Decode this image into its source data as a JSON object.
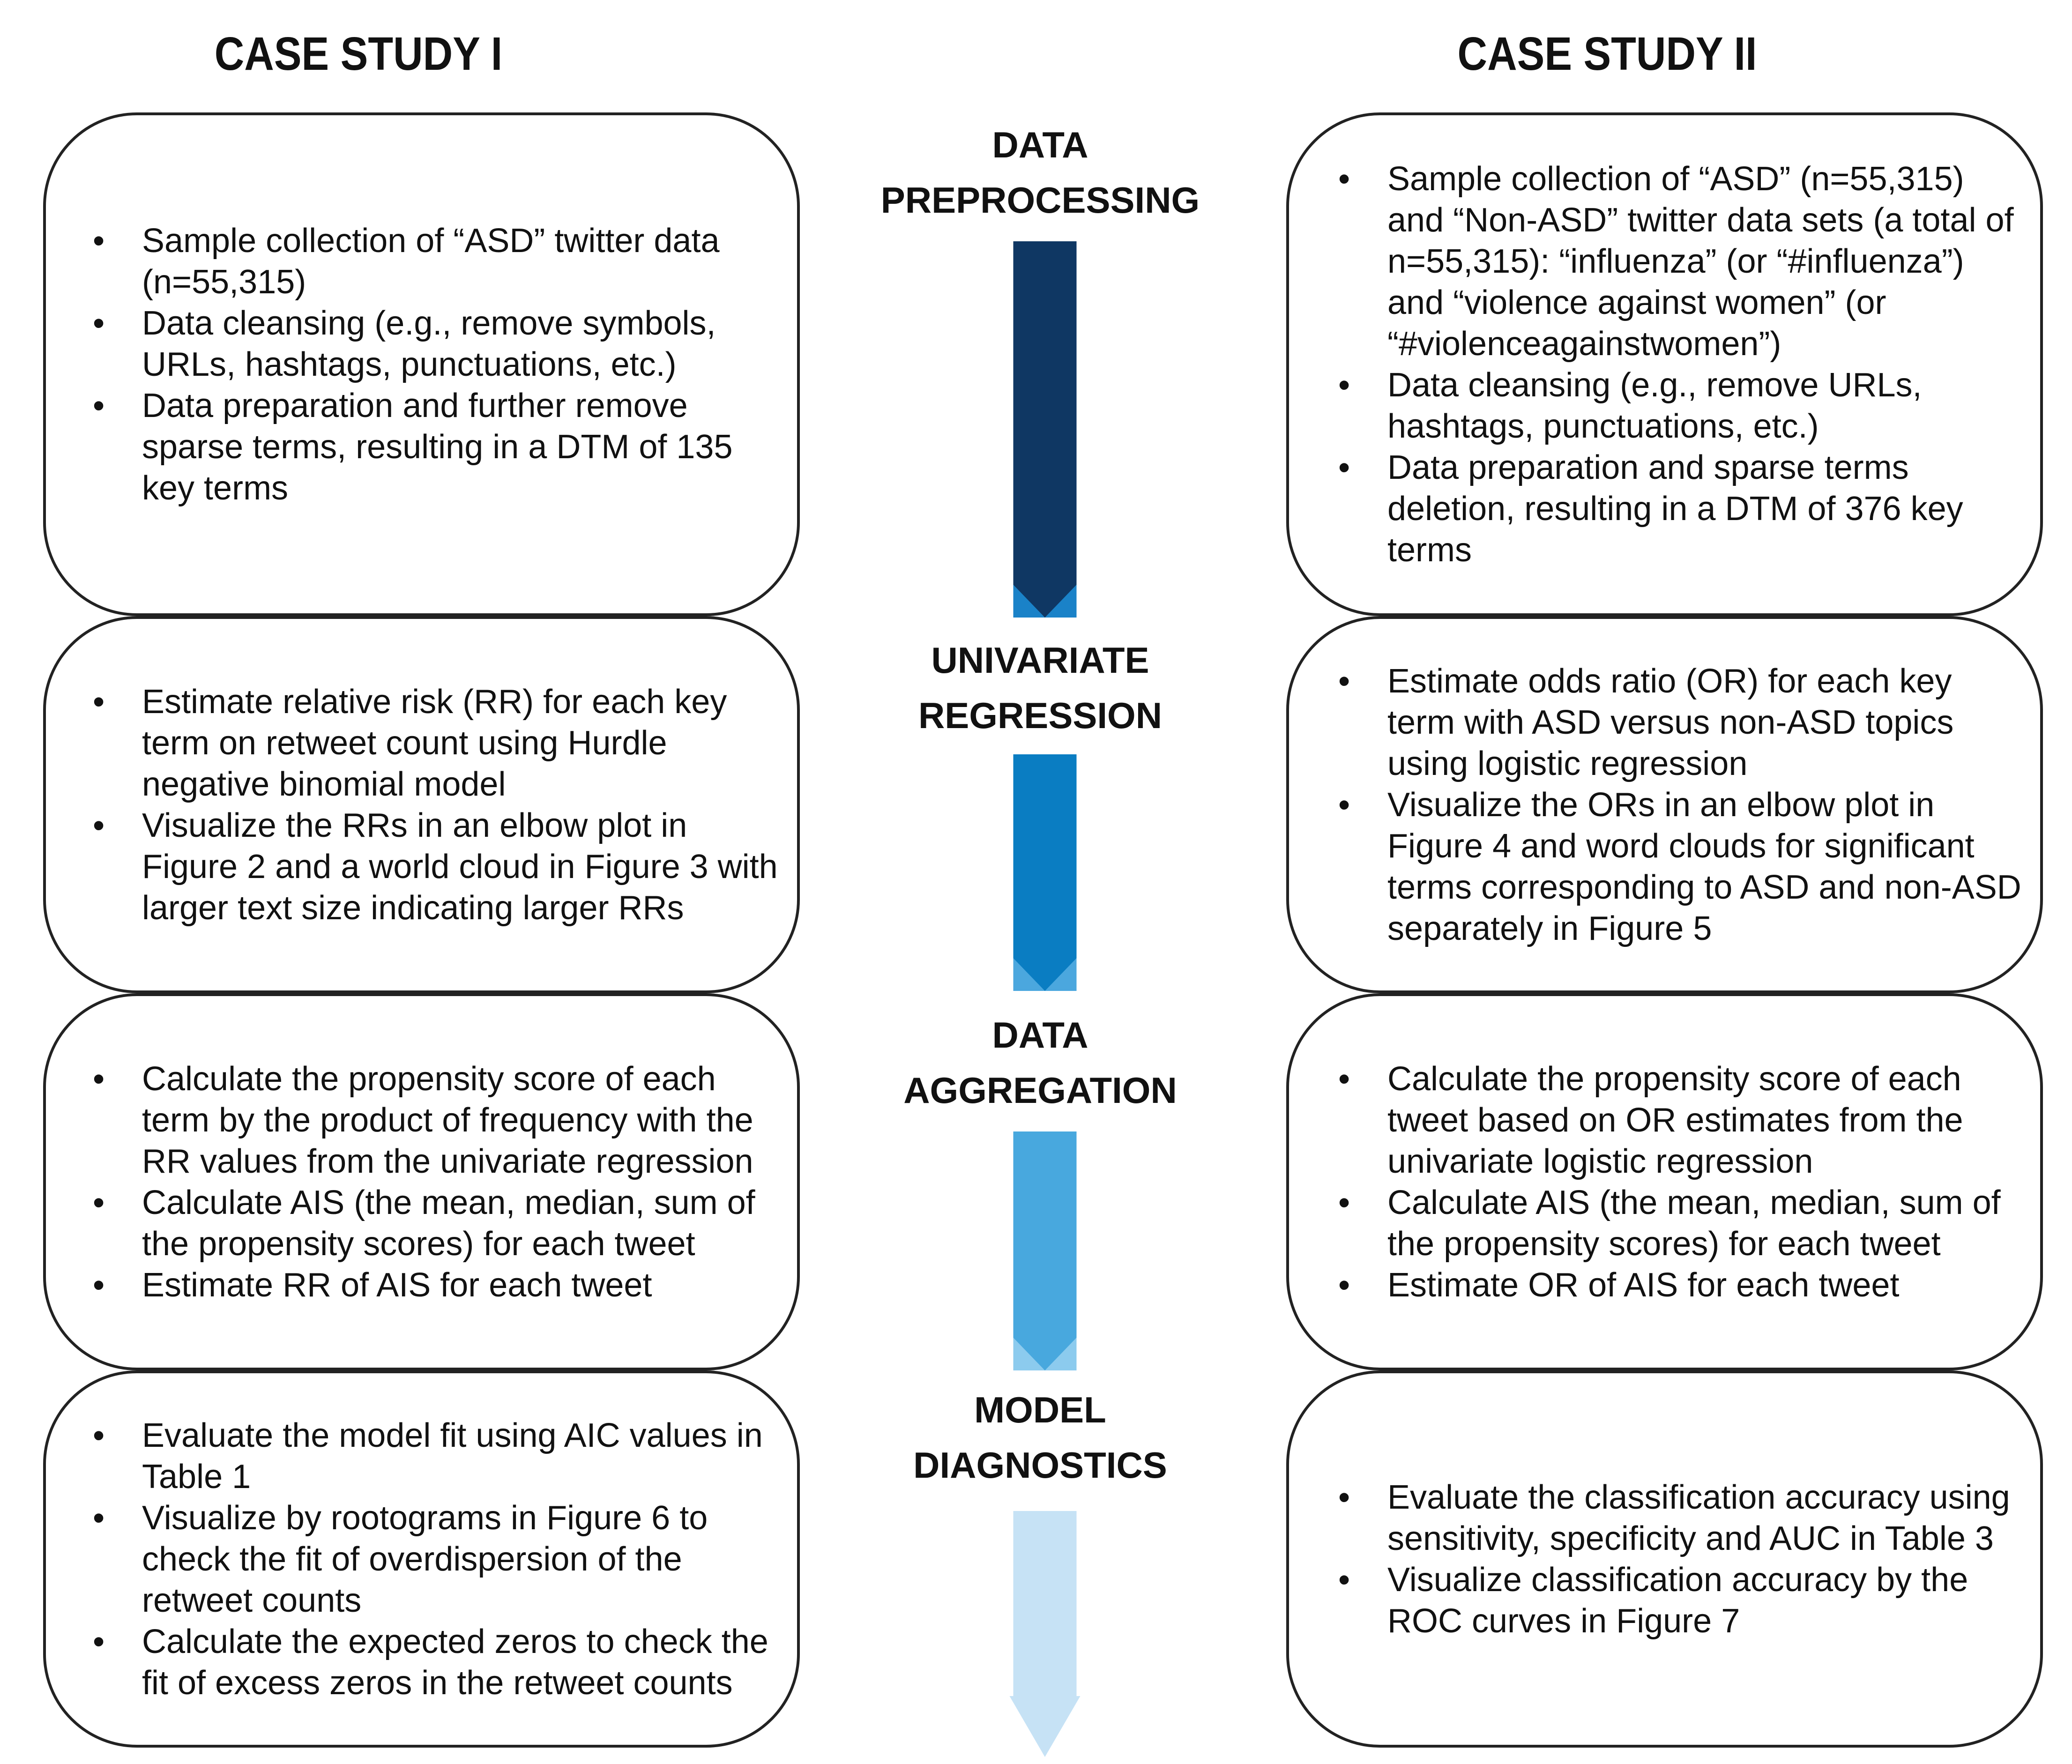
{
  "column_titles": {
    "left": "CASE STUDY I",
    "right": "CASE STUDY II"
  },
  "stages": [
    {
      "label_lines": [
        "DATA",
        "PREPROCESSING"
      ],
      "arrow_color": "#0f3763",
      "arrow_tip_color": "#1a82c8",
      "left_items": [
        "Sample collection of “ASD” twitter data (n=55,315)",
        "Data cleansing (e.g., remove symbols, URLs, hashtags, punctuations, etc.)",
        "Data preparation and further remove sparse terms, resulting in a DTM of 135 key terms"
      ],
      "right_items": [
        "Sample collection of “ASD” (n=55,315) and “Non-ASD” twitter data sets (a total of n=55,315): “influenza” (or “#influenza”) and “violence against women” (or “#violenceagainstwomen”)",
        "Data cleansing (e.g., remove URLs, hashtags, punctuations, etc.)",
        "Data preparation and sparse terms deletion, resulting in a DTM of 376 key terms"
      ]
    },
    {
      "label_lines": [
        "UNIVARIATE",
        "REGRESSION"
      ],
      "arrow_color": "#0a7dc2",
      "arrow_tip_color": "#4ba7de",
      "left_items": [
        "Estimate relative risk (RR) for each key term on retweet count using Hurdle negative binomial model",
        "Visualize the RRs in an elbow plot in Figure 2 and a world cloud in Figure 3 with larger text size indicating larger RRs"
      ],
      "right_items": [
        "Estimate odds ratio (OR) for each key term with ASD versus  non-ASD topics using logistic regression",
        "Visualize the ORs in an elbow plot in Figure 4 and word clouds for significant terms corresponding to ASD and non-ASD separately in Figure 5"
      ]
    },
    {
      "label_lines": [
        "DATA",
        "AGGREGATION"
      ],
      "arrow_color": "#48a8de",
      "arrow_tip_color": "#8ccbee",
      "left_items": [
        "Calculate the propensity score of each term by the product of frequency with the RR values from the univariate regression",
        "Calculate AIS (the mean, median, sum of the propensity scores) for each tweet",
        "Estimate RR of AIS for each tweet"
      ],
      "right_items": [
        "Calculate the propensity score of each tweet based on OR estimates from the univariate logistic regression",
        "Calculate AIS (the mean, median, sum of the propensity scores) for each tweet",
        "Estimate OR of AIS for each tweet"
      ]
    },
    {
      "label_lines": [
        "MODEL",
        "DIAGNOSTICS"
      ],
      "arrow_color": "#c6e2f5",
      "arrow_tip_color": "#c6e2f5",
      "left_items": [
        "Evaluate the model fit using AIC values in Table 1",
        "Visualize by rootograms in Figure 6 to check the fit of overdispersion of the retweet counts",
        "Calculate the expected zeros to check the fit of excess zeros in the retweet counts"
      ],
      "right_items": [
        "Evaluate the classification accuracy using sensitivity, specificity and AUC in Table 3",
        "Visualize classification accuracy by the ROC curves in Figure 7"
      ]
    }
  ]
}
